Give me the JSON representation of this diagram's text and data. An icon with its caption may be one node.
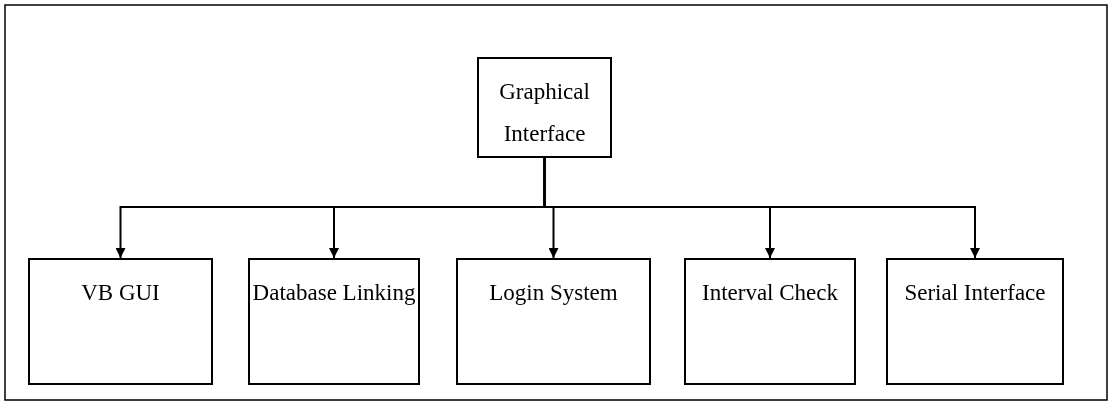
{
  "diagram": {
    "nodes": [
      {
        "text": [
          "Graphical Interface"
        ]
      },
      {
        "text": [
          "VB GUI"
        ]
      },
      {
        "text": [
          "Database Linking"
        ]
      },
      {
        "text": [
          "Login System"
        ]
      },
      {
        "text": [
          "Interval Check"
        ]
      },
      {
        "text": [
          "Serial Interface"
        ]
      }
    ],
    "edges": [
      {
        "from": 0,
        "to": 1,
        "arrow": "to"
      },
      {
        "from": 0,
        "to": 2,
        "arrow": "to"
      },
      {
        "from": 0,
        "to": 3,
        "arrow": "to"
      },
      {
        "from": 0,
        "to": 4,
        "arrow": "to"
      },
      {
        "from": 0,
        "to": 5,
        "arrow": "to"
      }
    ]
  }
}
